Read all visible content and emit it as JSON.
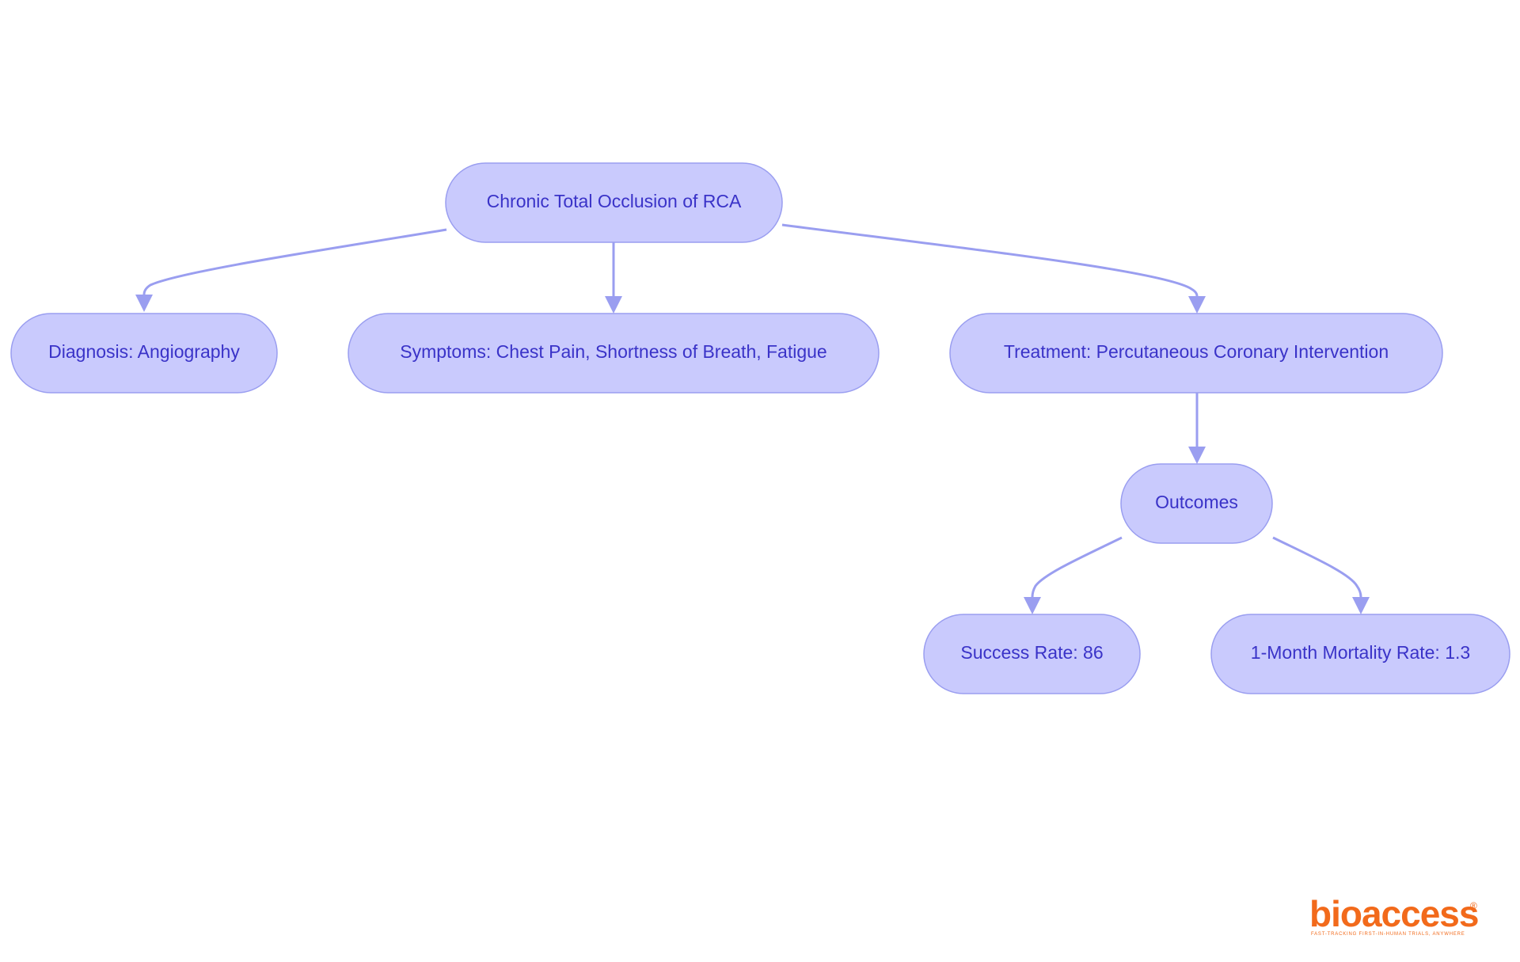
{
  "diagram": {
    "nodes": {
      "root": {
        "label": "Chronic Total Occlusion of RCA"
      },
      "diagnosis": {
        "label": "Diagnosis: Angiography"
      },
      "symptoms": {
        "label": "Symptoms: Chest Pain, Shortness of Breath, Fatigue"
      },
      "treatment": {
        "label": "Treatment: Percutaneous Coronary Intervention"
      },
      "outcomes": {
        "label": "Outcomes"
      },
      "success": {
        "label": "Success Rate: 86"
      },
      "mortality": {
        "label": "1-Month Mortality Rate: 1.3"
      }
    },
    "edges": [
      {
        "from": "root",
        "to": "diagnosis"
      },
      {
        "from": "root",
        "to": "symptoms"
      },
      {
        "from": "root",
        "to": "treatment"
      },
      {
        "from": "treatment",
        "to": "outcomes"
      },
      {
        "from": "outcomes",
        "to": "success"
      },
      {
        "from": "outcomes",
        "to": "mortality"
      }
    ],
    "colors": {
      "node_fill": "#c9cafd",
      "node_stroke": "#9a9ef0",
      "node_text": "#3a33c8",
      "edge": "#9a9ef0"
    }
  },
  "logo": {
    "text": "bioaccess",
    "registered_mark": "®",
    "tagline": "FAST-TRACKING FIRST-IN-HUMAN TRIALS, ANYWHERE",
    "color": "#f26a1b"
  }
}
